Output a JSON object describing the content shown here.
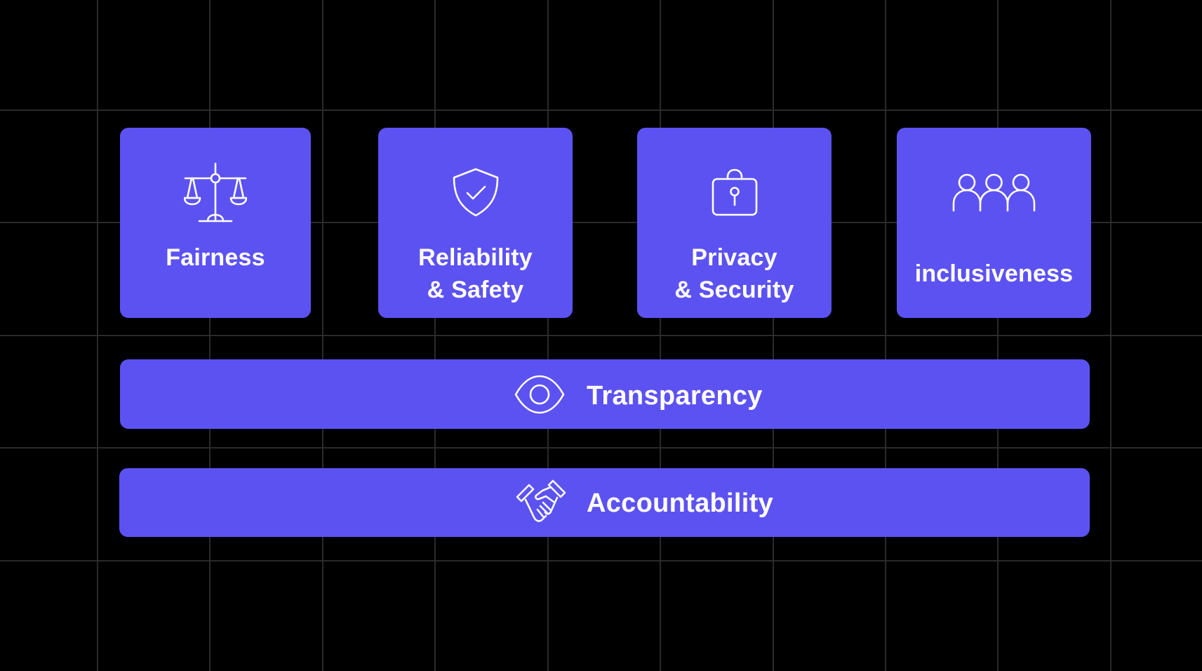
{
  "theme": {
    "background": "#000000",
    "grid_line": "#2a2a2a",
    "card_fill": "#5C52F2",
    "text": "#FFFFFF"
  },
  "principles": {
    "tiles": [
      {
        "label": "Fairness",
        "icon": "scales-icon"
      },
      {
        "label": "Reliability\n& Safety",
        "icon": "shield-check-icon"
      },
      {
        "label": "Privacy\n& Security",
        "icon": "lock-icon"
      },
      {
        "label": "inclusiveness",
        "icon": "people-group-icon"
      }
    ],
    "bars": [
      {
        "label": "Transparency",
        "icon": "eye-icon"
      },
      {
        "label": "Accountability",
        "icon": "handshake-icon"
      }
    ]
  }
}
